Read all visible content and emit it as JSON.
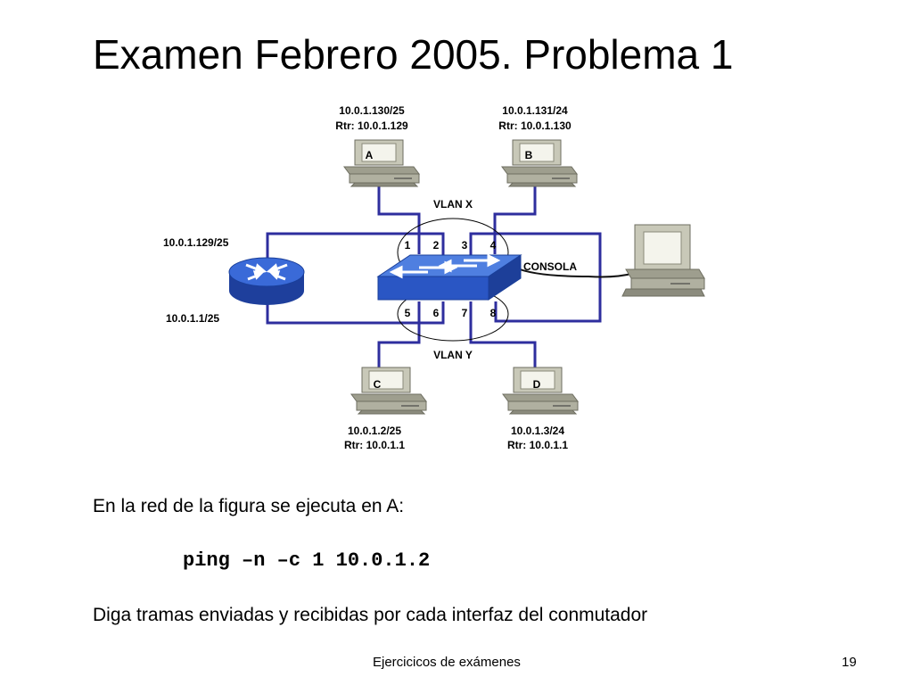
{
  "slide": {
    "title": "Examen Febrero 2005. Problema 1",
    "paragraph1": "En la red de la figura se ejecuta en A:",
    "command": "ping –n –c 1 10.0.1.2",
    "paragraph2": "Diga tramas enviadas y recibidas por cada interfaz del conmutador",
    "footer": "Ejercicicos de exámenes",
    "page_number": "19"
  },
  "diagram": {
    "hosts": {
      "A": {
        "label": "A",
        "ip": "10.0.1.130/25",
        "rtr": "Rtr: 10.0.1.129"
      },
      "B": {
        "label": "B",
        "ip": "10.0.1.131/24",
        "rtr": "Rtr: 10.0.1.130"
      },
      "C": {
        "label": "C",
        "ip": "10.0.1.2/25",
        "rtr": "Rtr: 10.0.1.1"
      },
      "D": {
        "label": "D",
        "ip": "10.0.1.3/24",
        "rtr": "Rtr: 10.0.1.1"
      }
    },
    "router": {
      "ip_top": "10.0.1.129/25",
      "ip_bottom": "10.0.1.1/25"
    },
    "vlan_x": "VLAN X",
    "vlan_y": "VLAN Y",
    "console": "CONSOLA",
    "ports_top": [
      "1",
      "2",
      "3",
      "4"
    ],
    "ports_bottom": [
      "5",
      "6",
      "7",
      "8"
    ],
    "colors": {
      "link": "#2e2e9e",
      "switch": "#2a56c4",
      "router": "#2f5fd0",
      "pc": "#b8b8a8"
    }
  }
}
